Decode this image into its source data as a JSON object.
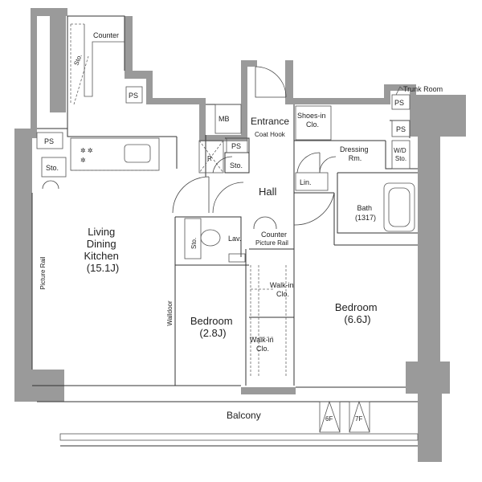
{
  "rooms": {
    "living": [
      "Living",
      "Dining",
      "Kitchen",
      "(15.1J)"
    ],
    "bedroom_small": [
      "Bedroom",
      "(2.8J)"
    ],
    "bedroom_large": [
      "Bedroom",
      "(6.6J)"
    ],
    "entrance": "Entrance",
    "hall": "Hall",
    "balcony": "Balcony",
    "dressing": [
      "Dressing",
      "Rm."
    ],
    "bath": [
      "Bath",
      "(1317)"
    ],
    "lav": "Lav."
  },
  "fixtures": {
    "counter_top": "Counter",
    "counter_hall": "Counter",
    "picture_rail_hall": "Picture Rail",
    "picture_rail_living": "Picture Rail",
    "walldoor": "Walldoor",
    "coat_hook": "Coat Hook",
    "shoes_in_clo": [
      "Shoes-in",
      "Clo."
    ],
    "walk_in_clo_1": [
      "Walk-in",
      "Clo."
    ],
    "walk_in_clo_2": [
      "Walk-in",
      "Clo."
    ],
    "trunk_room": "Trunk Room",
    "mb": "MB",
    "lin": "Lin.",
    "wd_sto": [
      "W/D",
      "Sto."
    ],
    "ps": [
      "PS",
      "PS",
      "PS",
      "PS",
      "PS"
    ],
    "sto": [
      "Sto.",
      "Sto.",
      "Sto.",
      "Sto."
    ],
    "fridge": "R"
  },
  "stairs": {
    "floor_a": "6F",
    "floor_b": "7F"
  }
}
